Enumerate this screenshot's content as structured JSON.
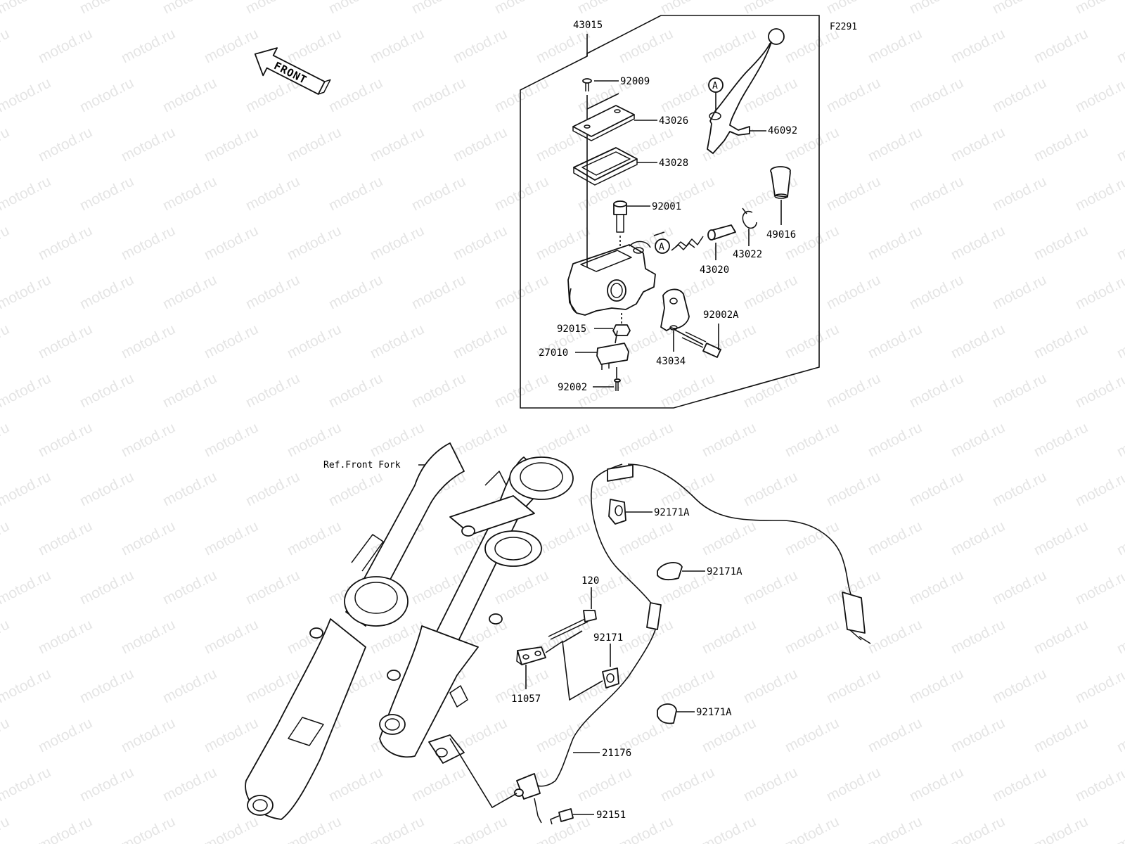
{
  "diagram_code": "F2291",
  "front_marker": "FRONT",
  "ref_note": "Ref.Front Fork",
  "callout_marker": "A",
  "watermark": "motod.ru",
  "parts": {
    "p43015": "43015",
    "p92009": "92009",
    "p43026": "43026",
    "p43028": "43028",
    "p46092": "46092",
    "p92001": "92001",
    "p49016": "49016",
    "p43022": "43022",
    "p43020": "43020",
    "p92002A": "92002A",
    "p92015": "92015",
    "p27010": "27010",
    "p43034": "43034",
    "p92002": "92002",
    "p92171A_1": "92171A",
    "p92171A_2": "92171A",
    "p92171A_3": "92171A",
    "p120": "120",
    "p92171": "92171",
    "p11057": "11057",
    "p21176": "21176",
    "p92151": "92151"
  }
}
